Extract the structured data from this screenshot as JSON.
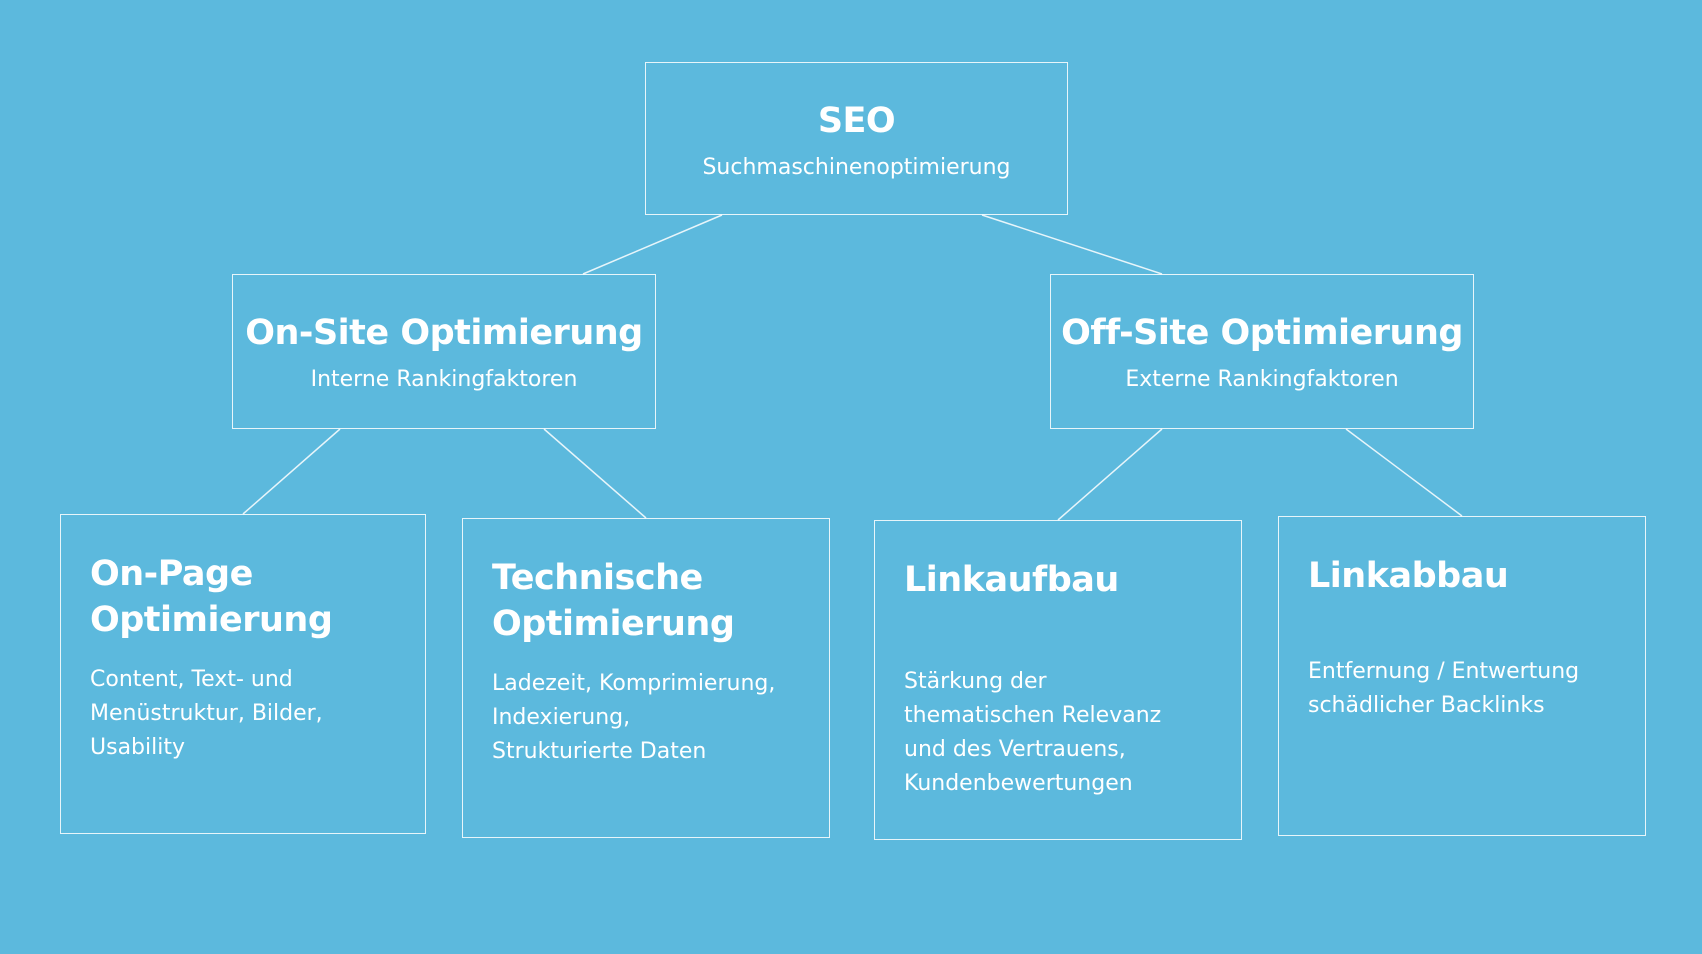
{
  "colors": {
    "background": "#5cb9dd",
    "line": "#ffffff",
    "text": "#ffffff"
  },
  "diagram": {
    "root": {
      "title": "SEO",
      "subtitle": "Suchmaschinenoptimierung"
    },
    "branches": [
      {
        "title": "On-Site Optimierung",
        "subtitle": "Interne Rankingfaktoren",
        "children": [
          {
            "title_lines": [
              "On-Page",
              "Optimierung"
            ],
            "description_lines": [
              "Content, Text- und",
              "Menüstruktur, Bilder,",
              "Usability"
            ]
          },
          {
            "title_lines": [
              "Technische",
              "Optimierung"
            ],
            "description_lines": [
              "Ladezeit, Komprimierung,",
              "Indexierung,",
              "Strukturierte Daten"
            ]
          }
        ]
      },
      {
        "title": "Off-Site Optimierung",
        "subtitle": "Externe Rankingfaktoren",
        "children": [
          {
            "title_lines": [
              "Linkaufbau"
            ],
            "description_lines": [
              "Stärkung der",
              "thematischen Relevanz",
              "und des Vertrauens,",
              "Kundenbewertungen"
            ]
          },
          {
            "title_lines": [
              "Linkabbau"
            ],
            "description_lines": [
              "Entfernung / Entwertung",
              "schädlicher Backlinks"
            ]
          }
        ]
      }
    ]
  }
}
